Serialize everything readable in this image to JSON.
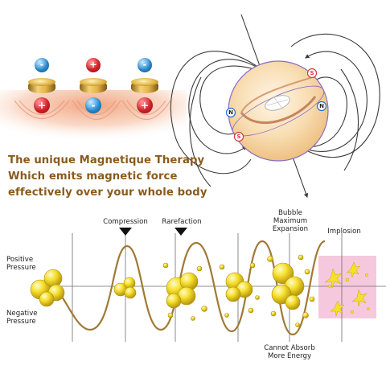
{
  "headline": {
    "line1": "The unique Magnetique Therapy",
    "line2": "Which emits magnetic force",
    "line3": "effectively over your whole body"
  },
  "magnets": {
    "top_signs": [
      "-",
      "+",
      "-"
    ],
    "bottom_signs": [
      "+",
      "-",
      "+"
    ],
    "plus_color": "#d8232a",
    "minus_color": "#2d8fd6",
    "gold": "#c9972a"
  },
  "field": {
    "pole_n": "N",
    "pole_s": "S",
    "n_color": "#1f6fd0",
    "s_color": "#d83a3a",
    "sphere_color": "#f6d9a8"
  },
  "wave": {
    "stage_labels": {
      "compression": "Compression",
      "rarefaction": "Rarefaction",
      "bubble_line1": "Bubble",
      "bubble_line2": "Maximum",
      "bubble_line3": "Expansion",
      "implosion": "Implosion",
      "cannot_line1": "Cannot Absorb",
      "cannot_line2": "More Energy"
    },
    "axis_labels": {
      "positive_line1": "Positive",
      "positive_line2": "Pressure",
      "negative_line1": "Negative",
      "negative_line2": "Pressure"
    },
    "wave_color": "#a07a34",
    "bubble_color": "#f5de2a",
    "implosion_bg": "#f6c8dd"
  }
}
